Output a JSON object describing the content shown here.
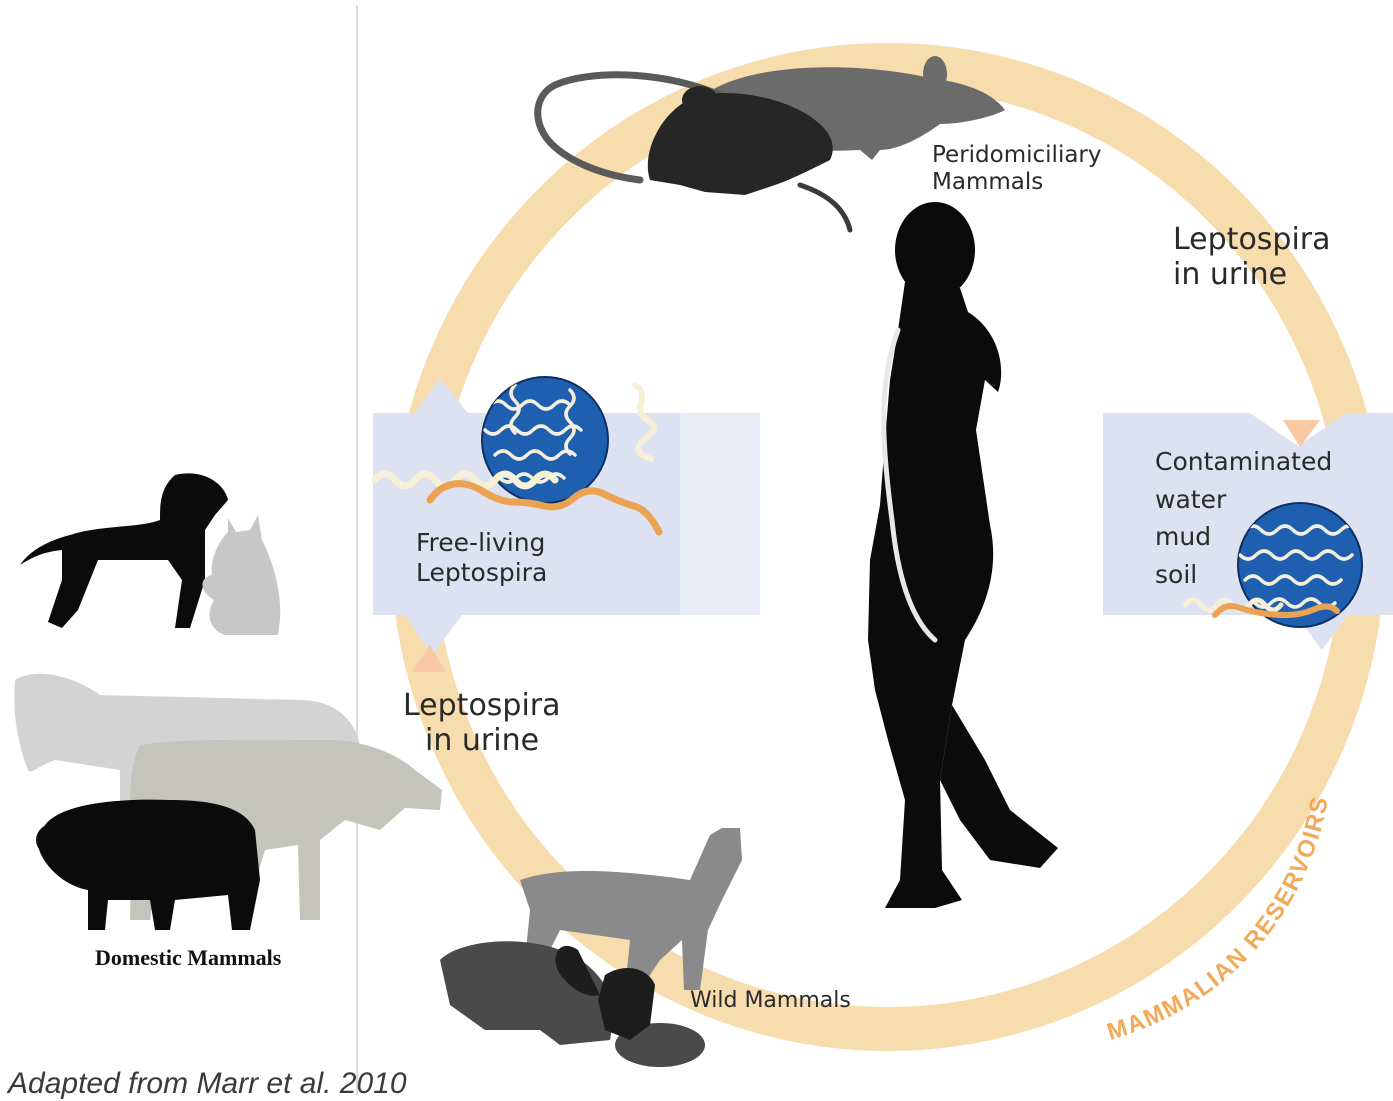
{
  "labels": {
    "peridomiciliary": [
      "Peridomiciliary",
      "Mammals"
    ],
    "urine_top": [
      "Leptospira",
      "in urine"
    ],
    "urine_left": [
      "Leptospira",
      "in urine"
    ],
    "free_living": [
      "Free-living",
      "Leptospira"
    ],
    "contaminated": [
      "Contaminated",
      "water",
      "mud",
      "soil"
    ],
    "wild_mammals": "Wild Mammals",
    "domestic_mammals": "Domestic Mammals",
    "ring_label": "MAMMALIAN RESERVOIRS",
    "citation": "Adapted from Marr et al. 2010"
  },
  "colors": {
    "ring": "#f7dcad",
    "panel": "#dde2f3",
    "globe": "#1f5fb0",
    "spirochete_light": "#f6f0d6",
    "spirochete_orange": "#eba352",
    "ring_text": "#f2a95a",
    "silhouette_dark": "#0b0b0b",
    "silhouette_mid": "#5b5b5b",
    "silhouette_light": "#c6c6c6"
  },
  "icons": [
    "rat-icon",
    "mouse-icon",
    "human-silhouette-icon",
    "dog-icon",
    "cat-icon",
    "horse-icon",
    "cow-icon",
    "pig-icon",
    "jackal-icon",
    "squirrel-icon",
    "beaver-icon",
    "leptospira-globe-icon"
  ]
}
